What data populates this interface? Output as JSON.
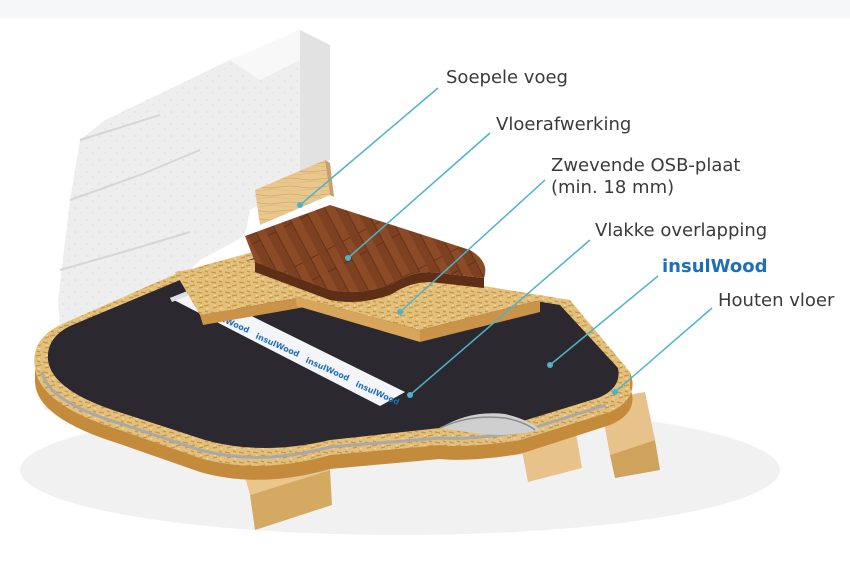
{
  "labels": {
    "soepele_voeg": "Soepele voeg",
    "vloerafwerking": "Vloerafwerking",
    "osb_line1": "Zwevende OSB-plaat",
    "osb_line2": "(min. 18 mm)",
    "vlakke_overlapping": "Vlakke overlapping",
    "insulwood": "insulWood",
    "houten_vloer": "Houten vloer"
  },
  "tape_text": "insulWood",
  "colors": {
    "leader_line": "#4fb3c8",
    "brand": "#1f6fb5",
    "label_text": "#3a3a3a",
    "membrane": "#2a2730",
    "osb": "#e2bd7a",
    "parquet": "#8b4a26",
    "joist": "#e8c58c",
    "wall": "#ececec"
  }
}
